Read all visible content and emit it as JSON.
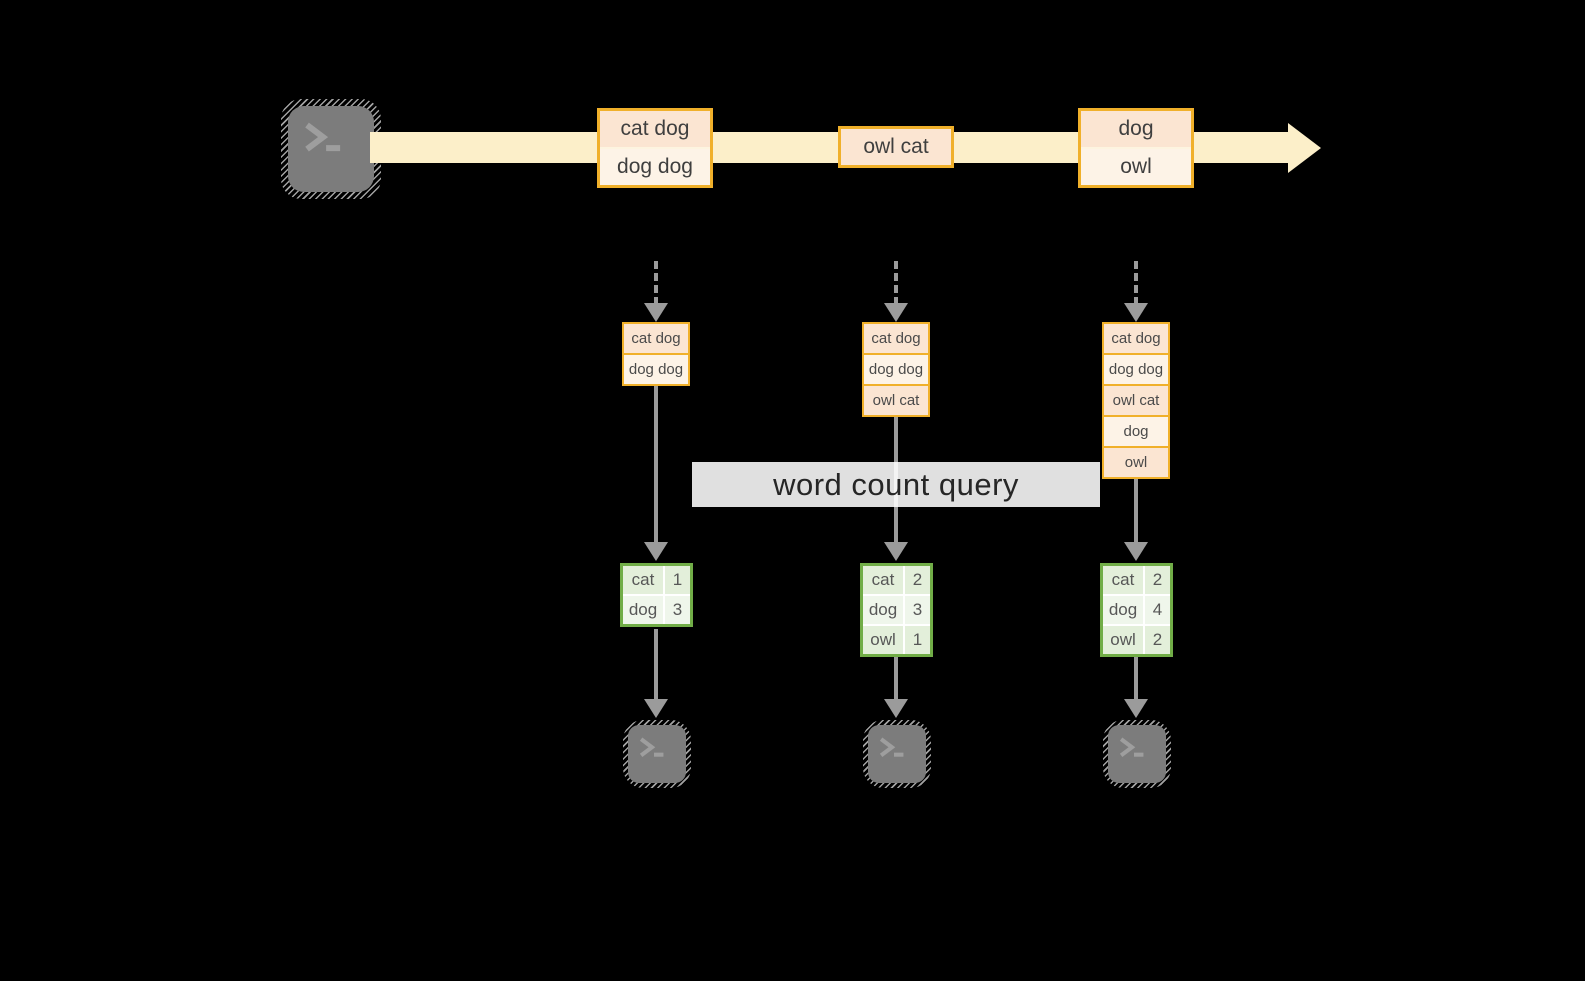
{
  "query": {
    "label": "word count query"
  },
  "stream": {
    "batches": [
      {
        "lines": [
          "cat dog",
          "dog dog"
        ]
      },
      {
        "lines": [
          "owl cat"
        ]
      },
      {
        "lines": [
          "dog",
          "owl"
        ]
      }
    ]
  },
  "columns": [
    {
      "state_rows": [
        "cat dog",
        "dog dog"
      ],
      "result": [
        [
          "cat",
          "1"
        ],
        [
          "dog",
          "3"
        ]
      ]
    },
    {
      "state_rows": [
        "cat dog",
        "dog dog",
        "owl cat"
      ],
      "result": [
        [
          "cat",
          "2"
        ],
        [
          "dog",
          "3"
        ],
        [
          "owl",
          "1"
        ]
      ]
    },
    {
      "state_rows": [
        "cat dog",
        "dog dog",
        "owl cat",
        "dog",
        "owl"
      ],
      "result": [
        [
          "cat",
          "2"
        ],
        [
          "dog",
          "4"
        ],
        [
          "owl",
          "2"
        ]
      ]
    }
  ],
  "icons": {
    "source": "terminal-icon",
    "sinks": [
      "terminal-icon",
      "terminal-icon",
      "terminal-icon"
    ],
    "prompt_glyph": ">_"
  },
  "colors": {
    "background": "#000000",
    "gold_border": "#F0B02A",
    "peach_fill": "#FBE5D2",
    "cream_fill": "#FDF3E7",
    "stream_band": "#FCEFC9",
    "green_border": "#71AD47",
    "green_cell": "#E3EFDA",
    "green_cell_light": "#EFF6EB",
    "arrow_gray": "#9B9B9B",
    "terminal_gray": "#7C7C7C",
    "query_band": "#FFFFFF",
    "text_dark": "#3F3F3F"
  }
}
